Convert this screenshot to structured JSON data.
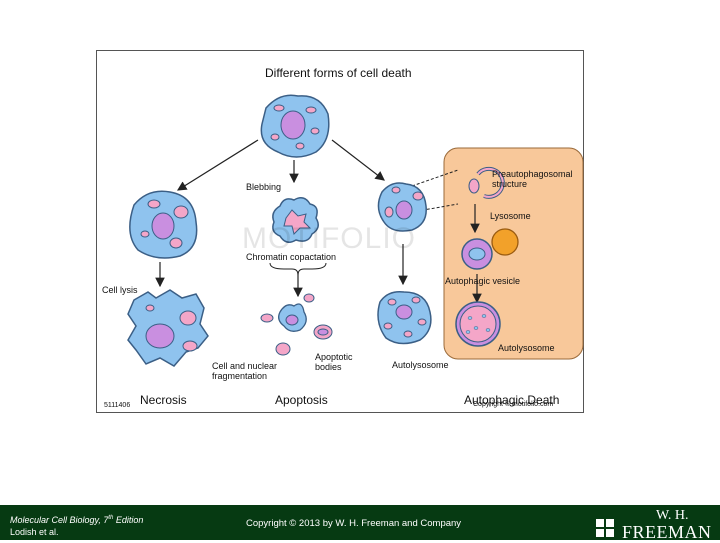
{
  "figure": {
    "title": "Different forms of cell death",
    "watermark": "MOTIFOLIO",
    "figure_id": "5111406",
    "copyright_small": "Copyright © motifolio.com",
    "sections": {
      "necrosis": "Necrosis",
      "apoptosis": "Apoptosis",
      "autophagic": "Autophagic Death"
    },
    "labels": {
      "blebbing": "Blebbing",
      "chromatin": "Chromatin copactation",
      "cell_lysis": "Cell lysis",
      "fragmentation": "Cell and nuclear fragmentation",
      "apoptotic_bodies": "Apoptotic bodies",
      "autolysosome_left": "Autolysosome",
      "preautophagosomal": "Preautophagosomal structure",
      "lysosome": "Lysosome",
      "autophagic_vesicle": "Autophagic vesicle",
      "autolysosome_right": "Autolysosome"
    },
    "colors": {
      "cell_fill": "#8fc3ee",
      "cell_stroke": "#3b5f86",
      "nucleus": "#c98fe0",
      "organelle": "#f4a6c8",
      "panel": "#f8c89a",
      "lysosome": "#f2a12a"
    }
  },
  "footer": {
    "book_title": "Molecular Cell Biology, 7",
    "edition_sup": "th",
    "edition_word": " Edition",
    "authors": "Lodish et al.",
    "copyright": "Copyright © 2013 by W. H. Freeman and Company",
    "logo_top": "W. H.",
    "logo_bottom": "FREEMAN"
  }
}
